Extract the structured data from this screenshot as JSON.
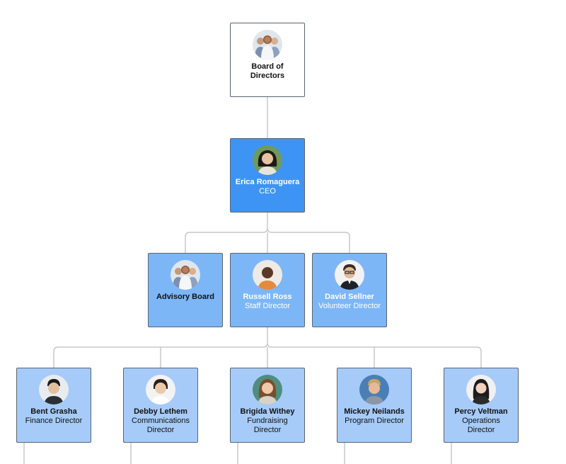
{
  "board": {
    "name": "Board of Directors"
  },
  "ceo": {
    "name": "Erica Romaguera",
    "role": "CEO"
  },
  "level2": [
    {
      "name": "Advisory Board",
      "role": ""
    },
    {
      "name": "Russell Ross",
      "role": "Staff Director"
    },
    {
      "name": "David Sellner",
      "role": "Volunteer Director"
    }
  ],
  "level3": [
    {
      "name": "Bent Grasha",
      "role": "Finance Director"
    },
    {
      "name": "Debby Lethem",
      "role": "Communications Director"
    },
    {
      "name": "Brigida Withey",
      "role": "Fundraising Director"
    },
    {
      "name": "Mickey Neilands",
      "role": "Program Director"
    },
    {
      "name": "Percy Veltman",
      "role": "Operations Director"
    }
  ],
  "colors": {
    "ceo_box": "#3d94f5",
    "level2_box": "#7cb6f7",
    "level3_box": "#a6cbf8",
    "connector": "#c8c8c8"
  },
  "avatars": [
    "group-photo-icon",
    "woman-portrait-icon",
    "group-photo-icon",
    "man-portrait-icon",
    "man-glasses-portrait-icon",
    "man-portrait-icon",
    "woman-portrait-icon",
    "woman-portrait-icon",
    "man-portrait-icon",
    "woman-portrait-icon"
  ]
}
